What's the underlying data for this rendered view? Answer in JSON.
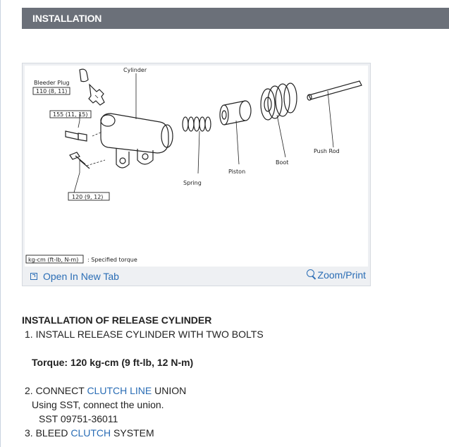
{
  "header": {
    "title": "INSTALLATION"
  },
  "figure": {
    "labels": {
      "cylinder": "Cylinder",
      "bleeder_plug": "Bleeder Plug",
      "torque_110": "110 (8, 11)",
      "torque_155": "155 (11, 15)",
      "torque_120": "120 (9, 12)",
      "spring": "Spring",
      "piston": "Piston",
      "boot": "Boot",
      "push_rod": "Push Rod",
      "unit_box": "kg-cm (ft-lb, N-m)",
      "unit_desc": ": Specified torque"
    },
    "open_tab": "Open In New Tab",
    "zoom_print": "Zoom/Print"
  },
  "content": {
    "section_title": "INSTALLATION OF RELEASE CYLINDER",
    "step1": "1. INSTALL RELEASE CYLINDER WITH TWO BOLTS",
    "torque": "Torque: 120 kg-cm (9 ft-lb, 12 N-m)",
    "step2_prefix": "2. CONNECT ",
    "step2_link": "CLUTCH LINE",
    "step2_suffix": " UNION",
    "step2_detail": "Using SST, connect the union.",
    "step2_sst": "SST 09751-36011",
    "step3_prefix": "3. BLEED ",
    "step3_link": "CLUTCH",
    "step3_suffix": " SYSTEM"
  }
}
